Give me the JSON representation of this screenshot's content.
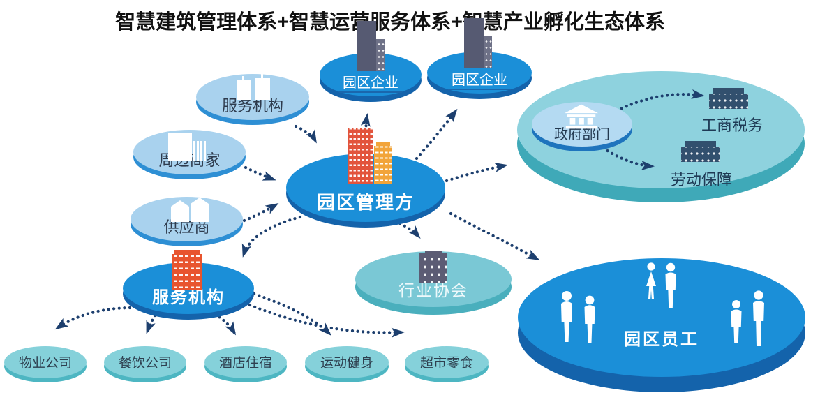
{
  "title": "智慧建筑管理体系+智慧运营服务体系+智慧产业孵化生态体系",
  "colors": {
    "title_text": "#111111",
    "bright_blue": "#1b8fd8",
    "bright_blue_rim": "#1463ab",
    "light_blue": "#a9d2ee",
    "light_blue_rim": "#2e8fd4",
    "teal_large": "#8ed2de",
    "teal_large_rim": "#3fa9b8",
    "teal_mid": "#7ac8d5",
    "teal_mid_rim": "#4aafbd",
    "teal_small": "#85d1da",
    "teal_small_rim": "#4db6c2",
    "inner_gov": "#b4daf2",
    "inner_gov_rim": "#1e74bd",
    "arrow_navy": "#1d3f6e",
    "dark_building": "#565a72",
    "navy_building": "#32506e",
    "red_building": "#e2543c",
    "orange_building": "#f2a43a"
  },
  "nodes": {
    "park_manager": {
      "label": "园区管理方"
    },
    "park_enterprise_1": {
      "label": "园区企业"
    },
    "park_enterprise_2": {
      "label": "园区企业"
    },
    "service_org_top": {
      "label": "服务机构"
    },
    "nearby_merchants": {
      "label": "周边商家"
    },
    "supplier": {
      "label": "供应商"
    },
    "government_dept": {
      "label": "政府部门"
    },
    "industry_commerce_tax": {
      "label": "工商税务"
    },
    "labor_security": {
      "label": "劳动保障"
    },
    "industry_association": {
      "label": "行业协会"
    },
    "service_org_bottom": {
      "label": "服务机构"
    },
    "park_employees": {
      "label": "园区员工"
    },
    "property_company": {
      "label": "物业公司"
    },
    "catering_company": {
      "label": "餐饮公司"
    },
    "hotel_lodging": {
      "label": "酒店住宿"
    },
    "sports_fitness": {
      "label": "运动健身"
    },
    "supermarket_snacks": {
      "label": "超市零食"
    }
  },
  "connections": [
    {
      "from": "service_org_top",
      "to": "park_manager"
    },
    {
      "from": "nearby_merchants",
      "to": "park_manager"
    },
    {
      "from": "supplier",
      "to": "park_manager"
    },
    {
      "from": "park_manager",
      "to": "park_enterprise_1"
    },
    {
      "from": "park_manager",
      "to": "park_enterprise_2"
    },
    {
      "from": "park_manager",
      "to": "government_dept"
    },
    {
      "from": "park_manager",
      "to": "park_employees"
    },
    {
      "from": "park_manager",
      "to": "industry_association"
    },
    {
      "from": "park_manager",
      "to": "service_org_bottom"
    },
    {
      "from": "service_org_bottom",
      "to": "property_company"
    },
    {
      "from": "service_org_bottom",
      "to": "catering_company"
    },
    {
      "from": "service_org_bottom",
      "to": "hotel_lodging"
    },
    {
      "from": "service_org_bottom",
      "to": "sports_fitness"
    },
    {
      "from": "service_org_bottom",
      "to": "supermarket_snacks"
    },
    {
      "from": "government_dept",
      "to": "industry_commerce_tax"
    },
    {
      "from": "government_dept",
      "to": "labor_security"
    }
  ]
}
